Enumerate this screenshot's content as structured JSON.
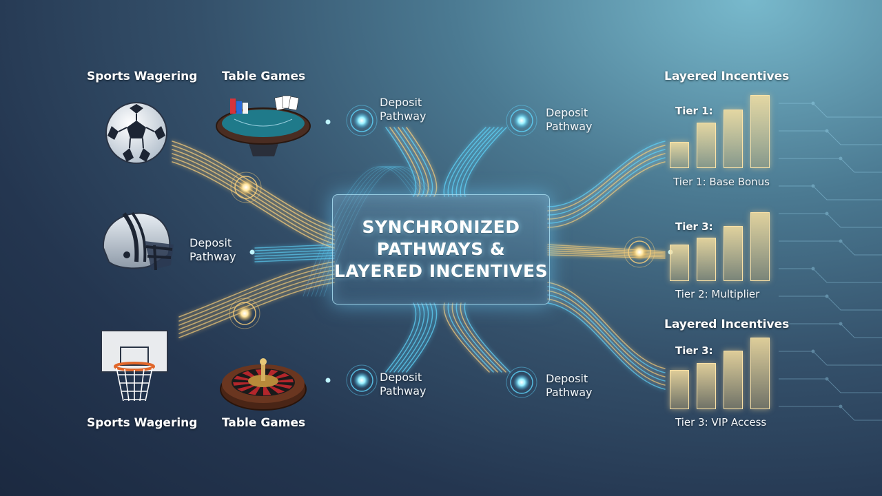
{
  "center": {
    "title_line1": "SYNCHRONIZED",
    "title_line2": "PATHWAYS &",
    "title_line3": "LAYERED INCENTIVES"
  },
  "left": {
    "sports_top": "Sports Wagering",
    "table_top": "Table Games",
    "sports_bottom": "Sports Wagering",
    "table_bottom": "Table Games"
  },
  "pathways": [
    {
      "line1": "Deposit",
      "line2": "Pathway"
    },
    {
      "line1": "Deposit",
      "line2": "Pathway"
    },
    {
      "line1": "Deposit",
      "line2": "Pathway"
    },
    {
      "line1": "Deposit",
      "line2": "Pathway"
    },
    {
      "line1": "Deposit",
      "line2": "Pathway"
    }
  ],
  "right": {
    "group1": {
      "heading": "Layered Incentives",
      "tier_head": "Tier 1:",
      "caption": "Tier 1: Base Bonus",
      "levels": [
        0.35,
        0.62,
        0.8,
        1.0
      ]
    },
    "group2": {
      "tier_head": "Tier 3:",
      "caption": "Tier 2: Multiplier",
      "levels": [
        0.52,
        0.62,
        0.8,
        1.0
      ]
    },
    "group3": {
      "heading": "Layered Incentives",
      "tier_head": "Tier 3:",
      "caption": "Tier 3: VIP Access",
      "levels": [
        0.54,
        0.64,
        0.81,
        1.0
      ]
    }
  },
  "icons": [
    "soccer-ball-icon",
    "football-helmet-icon",
    "basketball-hoop-icon",
    "card-table-icon",
    "roulette-wheel-icon"
  ],
  "colors": {
    "blue_glow": "#5fd8ff",
    "gold_glow": "#ffd27a",
    "box_border": "#aae1f5"
  }
}
